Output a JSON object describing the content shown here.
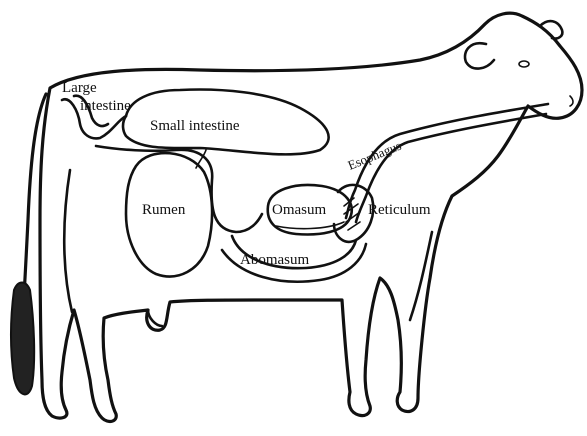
{
  "labels": {
    "large_intestine_line1": "Large",
    "large_intestine_line2": "intestine",
    "small_intestine": "Small intestine",
    "esophagus": "Esophagus",
    "rumen": "Rumen",
    "omasum": "Omasum",
    "reticulum": "Reticulum",
    "abomasum": "Abomasum"
  }
}
